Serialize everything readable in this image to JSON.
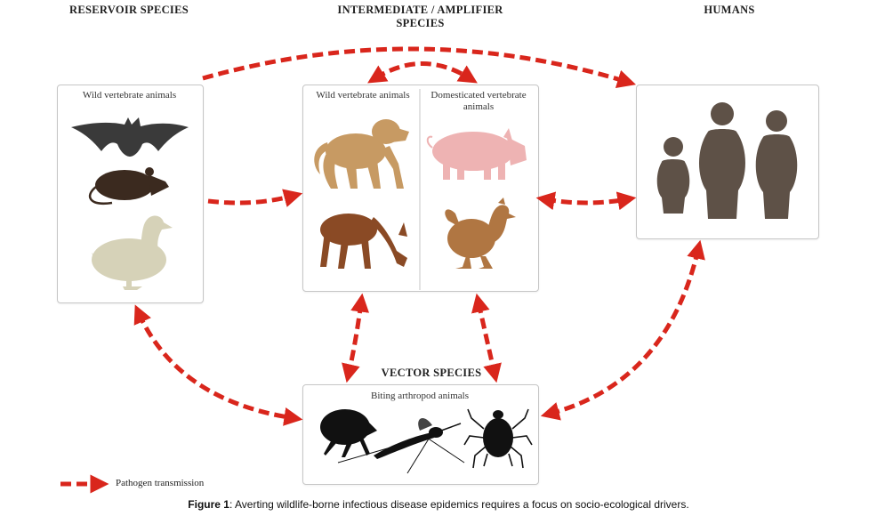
{
  "headers": {
    "reservoir": "RESERVOIR SPECIES",
    "intermediate": "INTERMEDIATE / AMPLIFIER SPECIES",
    "humans": "HUMANS",
    "vector": "VECTOR SPECIES"
  },
  "boxes": {
    "reservoir_label": "Wild vertebrate animals",
    "intermediate_wild_label": "Wild vertebrate animals",
    "intermediate_domestic_label": "Domesticated vertebrate animals",
    "vector_label": "Biting arthropod animals"
  },
  "legend": {
    "label": "Pathogen transmission"
  },
  "caption": {
    "prefix": "Figure 1",
    "text": ": Averting wildlife-borne infectious disease epidemics requires a focus on socio-ecological drivers."
  },
  "colors": {
    "arrow": "#d9261c",
    "bat": "#3a3a3a",
    "rat": "#3b2a1f",
    "duck": "#d6d2b8",
    "monkey": "#c79a63",
    "deer": "#8a4a25",
    "pig": "#eeb3b3",
    "chicken": "#b07642",
    "human": "#5e5147",
    "insect": "#111111"
  },
  "icons": [
    "bat-icon",
    "rat-icon",
    "duck-icon",
    "monkey-icon",
    "deer-icon",
    "pig-icon",
    "chicken-icon",
    "human-icon",
    "flea-icon",
    "mosquito-icon",
    "tick-icon"
  ]
}
